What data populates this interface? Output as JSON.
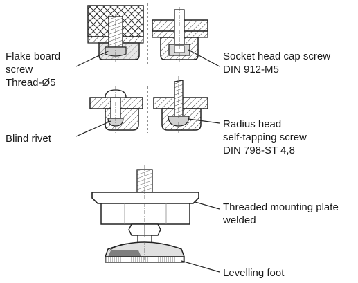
{
  "labels": {
    "flake_board": [
      "Flake board",
      "screw",
      "Thread-Ø5"
    ],
    "socket_head": [
      "Socket head cap screw",
      "DIN 912-M5"
    ],
    "blind_rivet": [
      "Blind rivet"
    ],
    "radius_head": [
      "Radius head",
      "self-tapping screw",
      "DIN 798-ST 4,8"
    ],
    "mounting_plate": [
      "Threaded mounting plate",
      "welded"
    ],
    "levelling_foot": [
      "Levelling foot"
    ]
  }
}
